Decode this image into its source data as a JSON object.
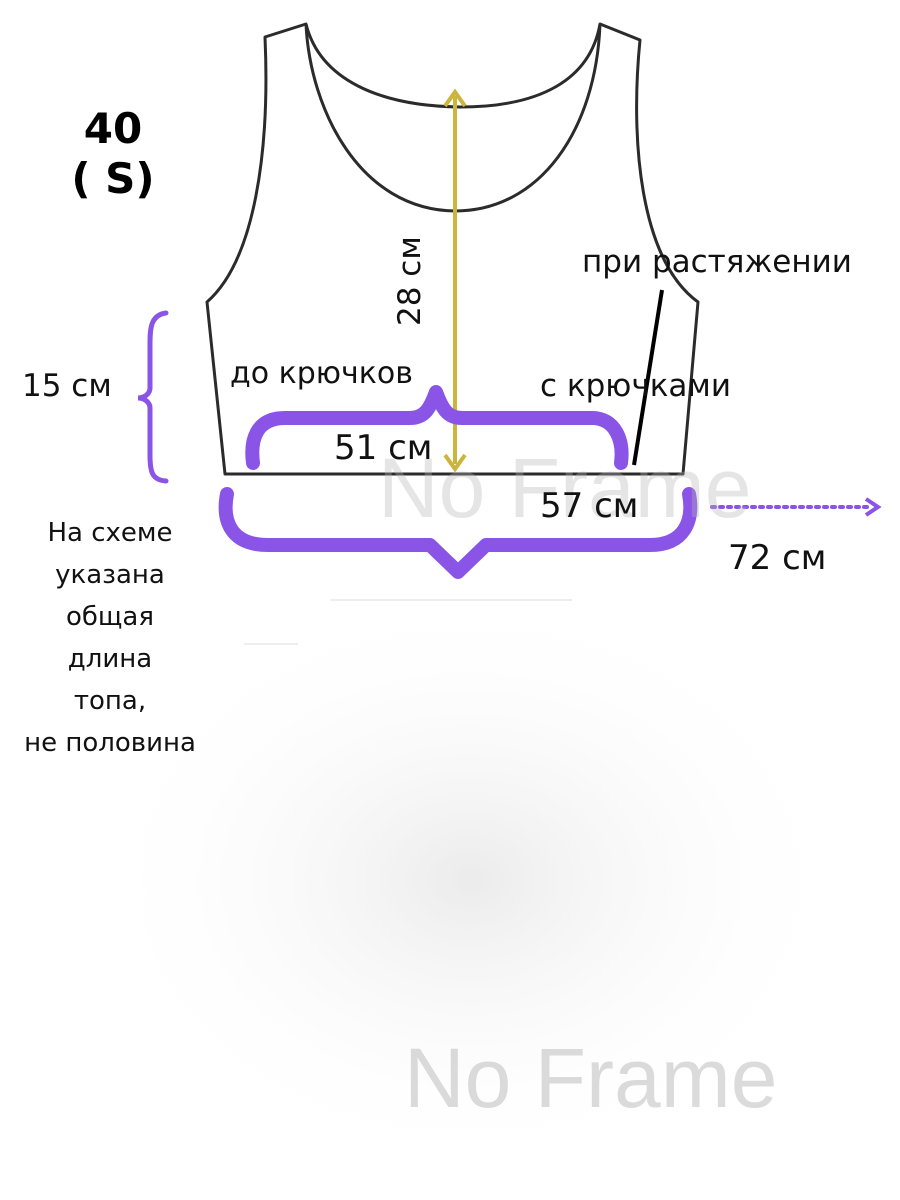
{
  "size": {
    "number": "40",
    "letter": "( S)"
  },
  "measurements": {
    "height_15": "15 см",
    "length_28": "28 см",
    "before_hooks": "до крючков",
    "with_hooks": "с крючками",
    "width_51": "51 см",
    "width_57": "57 см",
    "stretched": "при растяжении",
    "width_72": "72 см"
  },
  "note_lines": [
    "На схеме",
    "указана",
    "общая",
    "длина",
    "топа,",
    "не половина"
  ],
  "watermark": "No Frame",
  "colors": {
    "accent": "#8a55e6",
    "arrow": "#cbb53c",
    "outline": "#2b2b2b"
  }
}
